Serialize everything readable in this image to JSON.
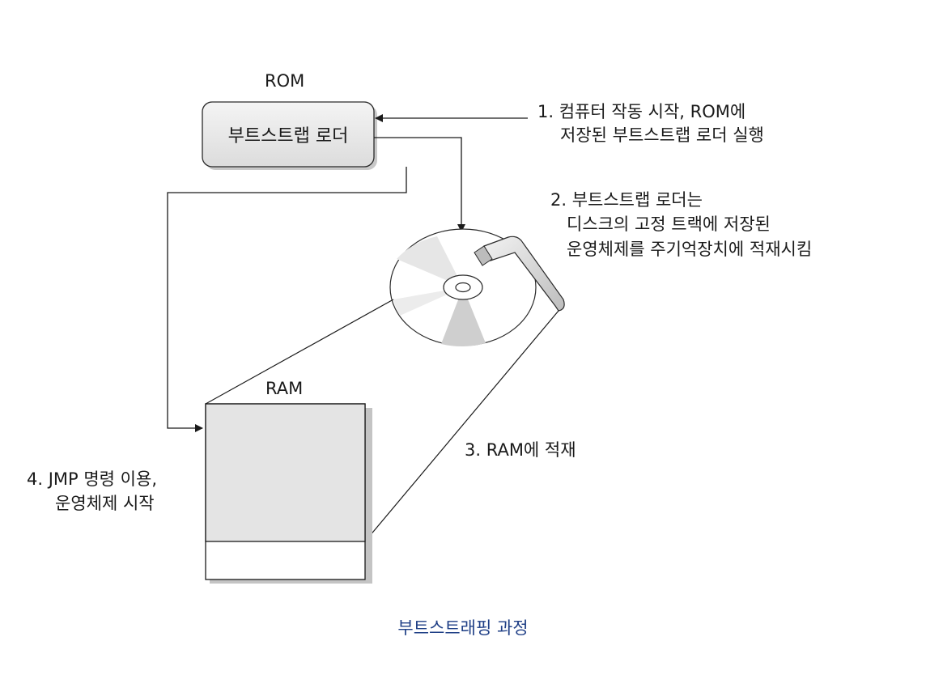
{
  "labels": {
    "rom": "ROM",
    "bootloader": "부트스트랩 로더",
    "ram": "RAM"
  },
  "steps": {
    "step1_line1": "1. 컴퓨터 작동 시작, ROM에",
    "step1_line2": "저장된 부트스트랩 로더 실행",
    "step2_line1": "2. 부트스트랩 로더는",
    "step2_line2": "디스크의 고정 트랙에 저장된",
    "step2_line3": "운영체제를 주기억장치에 적재시킴",
    "step3": "3. RAM에 적재",
    "step4_line1": "4. JMP 명령 이용,",
    "step4_line2": "운영체제 시작"
  },
  "caption": "부트스트래핑 과정",
  "colors": {
    "caption": "#1f3f86",
    "line": "#1a1a1a",
    "rom_box_fill": "#eeeeee",
    "ram_fill": "#e4e4e4"
  }
}
